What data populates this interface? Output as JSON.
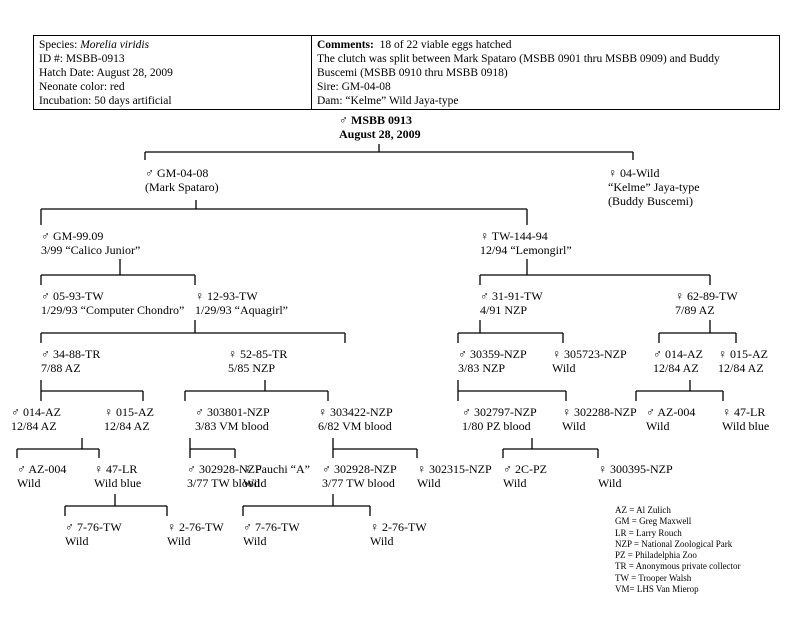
{
  "header": {
    "species_label": "Species:",
    "species_value": "Morelia viridis",
    "id_line": "ID #:  MSBB-0913",
    "hatch_line": "Hatch Date:  August 28, 2009",
    "color_line": "Neonate color:  red",
    "incubation_line": "Incubation: 50 days artificial",
    "comments_label": "Comments:",
    "comments_value": "18 of 22 viable eggs hatched",
    "clutch_line_1": "The clutch was split between Mark Spataro (MSBB 0901 thru MSBB 0909) and Buddy",
    "clutch_line_2": "Buscemi (MSBB 0910 thru MSBB 0918)",
    "sire_line": "Sire:  GM-04-08",
    "dam_line": "Dam: “Kelme” Wild Jaya-type"
  },
  "root": {
    "line1": "♂ MSBB 0913",
    "line2": "August 28, 2009"
  },
  "tree": {
    "sire": {
      "line1": "♂ GM-04-08",
      "line2": "(Mark Spataro)"
    },
    "dam": {
      "line1": "♀ 04-Wild",
      "line2": "“Kelme” Jaya-type",
      "line3": "(Buddy Buscemi)"
    },
    "gm9909": {
      "line1": "♂ GM-99.09",
      "line2": "3/99 “Calico Junior”"
    },
    "tw14494": {
      "line1": "♀ TW-144-94",
      "line2": "12/94 “Lemongirl”"
    },
    "tw0593": {
      "line1": "♂ 05-93-TW",
      "line2": "1/29/93 “Computer Chondro”"
    },
    "tw1293": {
      "line1": "♀ 12-93-TW",
      "line2": "1/29/93 “Aquagirl”"
    },
    "tw3191": {
      "line1": "♂ 31-91-TW",
      "line2": "4/91 NZP"
    },
    "tw6289": {
      "line1": "♀ 62-89-TW",
      "line2": "7/89 AZ"
    },
    "tr3488": {
      "line1": "♂ 34-88-TR",
      "line2": "7/88 AZ"
    },
    "tr5285": {
      "line1": "♀ 52-85-TR",
      "line2": "5/85 NZP"
    },
    "nzp30359": {
      "line1": "♂ 30359-NZP",
      "line2": "3/83 NZP"
    },
    "nzp305723": {
      "line1": "♀ 305723-NZP",
      "line2": "Wild"
    },
    "az014_r": {
      "line1": "♂ 014-AZ",
      "line2": "12/84 AZ"
    },
    "az015_r": {
      "line1": "♀ 015-AZ",
      "line2": "12/84 AZ"
    },
    "az014_l": {
      "line1": "♂ 014-AZ",
      "line2": "12/84 AZ"
    },
    "az015_l": {
      "line1": "♀ 015-AZ",
      "line2": "12/84 AZ"
    },
    "nzp303801": {
      "line1": "♂ 303801-NZP",
      "line2": "3/83 VM blood"
    },
    "nzp303422": {
      "line1": "♀ 303422-NZP",
      "line2": "6/82 VM blood"
    },
    "nzp302797": {
      "line1": "♂ 302797-NZP",
      "line2": "1/80 PZ blood"
    },
    "nzp302288": {
      "line1": "♀ 302288-NZP",
      "line2": "Wild"
    },
    "az004_r": {
      "line1": "♂ AZ-004",
      "line2": "Wild"
    },
    "lr47_r": {
      "line1": "♀ 47-LR",
      "line2": "Wild blue"
    },
    "az004_l": {
      "line1": "♂ AZ-004",
      "line2": "Wild"
    },
    "lr47_l": {
      "line1": "♀ 47-LR",
      "line2": "Wild blue"
    },
    "nzp302928_a": {
      "line1": "♂ 302928-NZP",
      "line2": "3/77 TW blood"
    },
    "fauchi": {
      "line1": "♀ Fauchi “A”",
      "line2": "Wild"
    },
    "nzp302928_b": {
      "line1": "♂ 302928-NZP",
      "line2": "3/77 TW blood"
    },
    "nzp302315": {
      "line1": "♀ 302315-NZP",
      "line2": "Wild"
    },
    "pz2c": {
      "line1": "♂ 2C-PZ",
      "line2": "Wild"
    },
    "nzp300395": {
      "line1": "♀ 300395-NZP",
      "line2": "Wild"
    },
    "tw776_a": {
      "line1": "♂ 7-76-TW",
      "line2": "Wild"
    },
    "tw276_a": {
      "line1": "♀ 2-76-TW",
      "line2": "Wild"
    },
    "tw776_b": {
      "line1": "♂ 7-76-TW",
      "line2": "Wild"
    },
    "tw276_b": {
      "line1": "♀ 2-76-TW",
      "line2": "Wild"
    }
  },
  "legend": [
    "AZ = Al Zulich",
    "GM = Greg Maxwell",
    "LR = Larry Rouch",
    "NZP = National Zoological Park",
    "PZ = Philadelphia Zoo",
    "TR = Anonymous private collector",
    "TW = Trooper Walsh",
    "VM= LHS Van Mierop"
  ]
}
